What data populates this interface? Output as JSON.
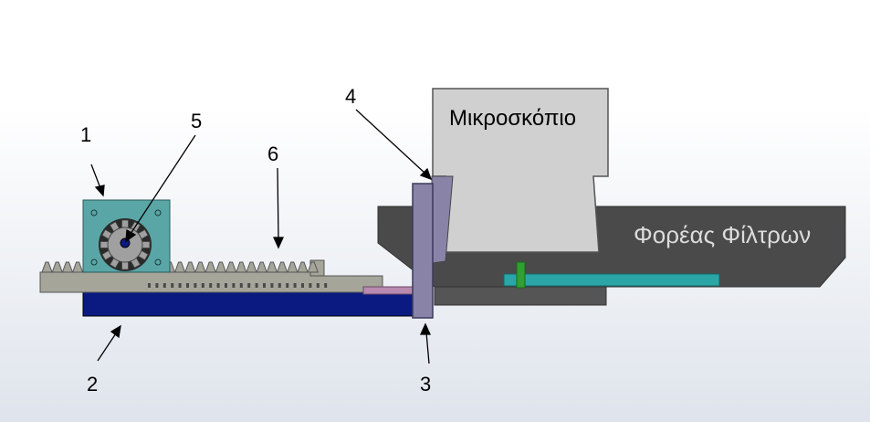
{
  "labels": {
    "microscope": "Μικροσκόπιο",
    "filter_holder": "Φορέας Φίλτρων",
    "callouts": {
      "c1": "1",
      "c2": "2",
      "c3": "3",
      "c4": "4",
      "c5": "5",
      "c6": "6"
    }
  },
  "colors": {
    "background_top": "#ffffff",
    "background_bottom": "#dfe4ec",
    "microscope_body": "#d0d0d0",
    "filter_holder_body": "#4a4a4a",
    "filter_holder_text": "#dcdcdc",
    "rack": "#a5a59a",
    "gear": "#9a9a9a",
    "motor_plate": "#5aa6a6",
    "base_plate": "#0a1a80",
    "vertical_plate": "#8a83a8",
    "slide_bar": "#2aa6a6",
    "green_pin": "#30a030"
  }
}
